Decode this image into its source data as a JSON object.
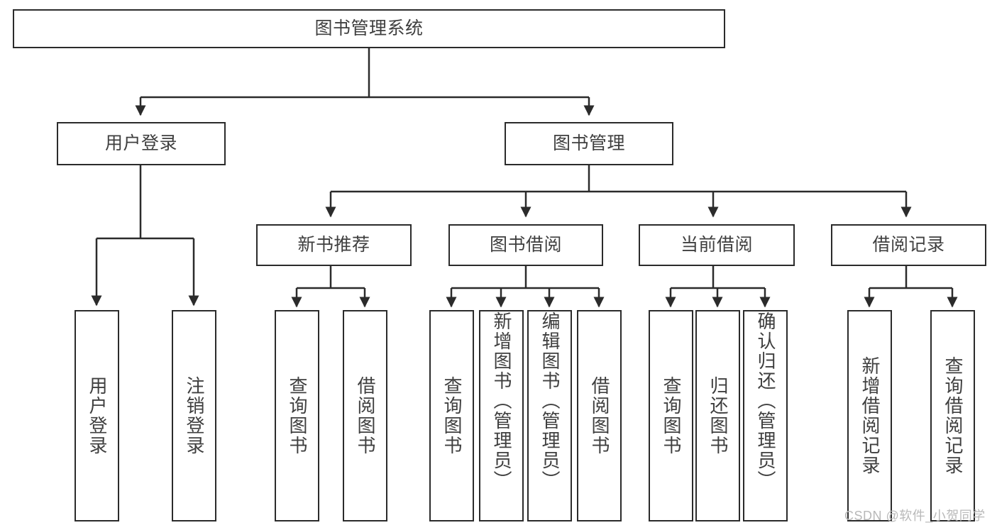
{
  "diagram": {
    "title": "图书管理系统",
    "type": "hierarchy-tree",
    "watermark": "CSDN @软件_小贺同学",
    "colors": {
      "stroke": "#2b2b2b",
      "text": "#3f3f3f",
      "background": "#ffffff",
      "watermark": "#b9b9b9"
    },
    "nodes": {
      "root": {
        "label": "图书管理系统"
      },
      "level2": [
        {
          "label": "用户登录"
        },
        {
          "label": "图书管理"
        }
      ],
      "level3": [
        {
          "label": "新书推荐"
        },
        {
          "label": "图书借阅"
        },
        {
          "label": "当前借阅"
        },
        {
          "label": "借阅记录"
        }
      ],
      "leaves": {
        "user_login": [
          {
            "label": "用户登录"
          },
          {
            "label": "注销登录"
          }
        ],
        "new_book": [
          {
            "label": "查询图书"
          },
          {
            "label": "借阅图书"
          }
        ],
        "book_borrow": [
          {
            "label": "查询图书"
          },
          {
            "label": "新增图书（管理员）"
          },
          {
            "label": "编辑图书（管理员）"
          },
          {
            "label": "借阅图书"
          }
        ],
        "current_borrow": [
          {
            "label": "查询图书"
          },
          {
            "label": "归还图书"
          },
          {
            "label": "确认归还（管理员）"
          }
        ],
        "borrow_record": [
          {
            "label": "新增借阅记录"
          },
          {
            "label": "查询借阅记录"
          }
        ]
      }
    }
  }
}
